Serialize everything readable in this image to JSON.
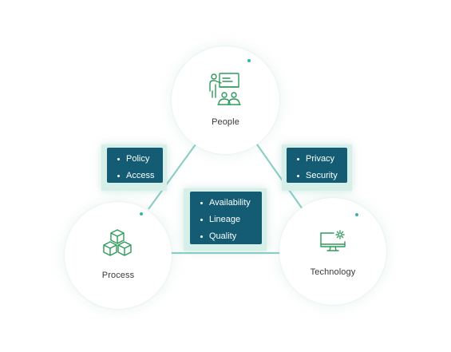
{
  "nodes": {
    "people": {
      "label": "People",
      "icon": "presenter-audience-icon"
    },
    "process": {
      "label": "Process",
      "icon": "stacked-cubes-icon"
    },
    "technology": {
      "label": "Technology",
      "icon": "monitor-gear-icon"
    }
  },
  "cards": {
    "people_process": {
      "items": [
        "Policy",
        "Access"
      ]
    },
    "people_technology": {
      "items": [
        "Privacy",
        "Security"
      ]
    },
    "process_technology": {
      "items": [
        "Availability",
        "Lineage",
        "Quality"
      ]
    }
  },
  "colors": {
    "icon_green": "#2e9b5a",
    "card_fill": "#135c73",
    "card_halo": "#d6efe9",
    "connector": "#8ccfc6",
    "dot": "#39b4a6",
    "label_text": "#3a3a3a"
  }
}
